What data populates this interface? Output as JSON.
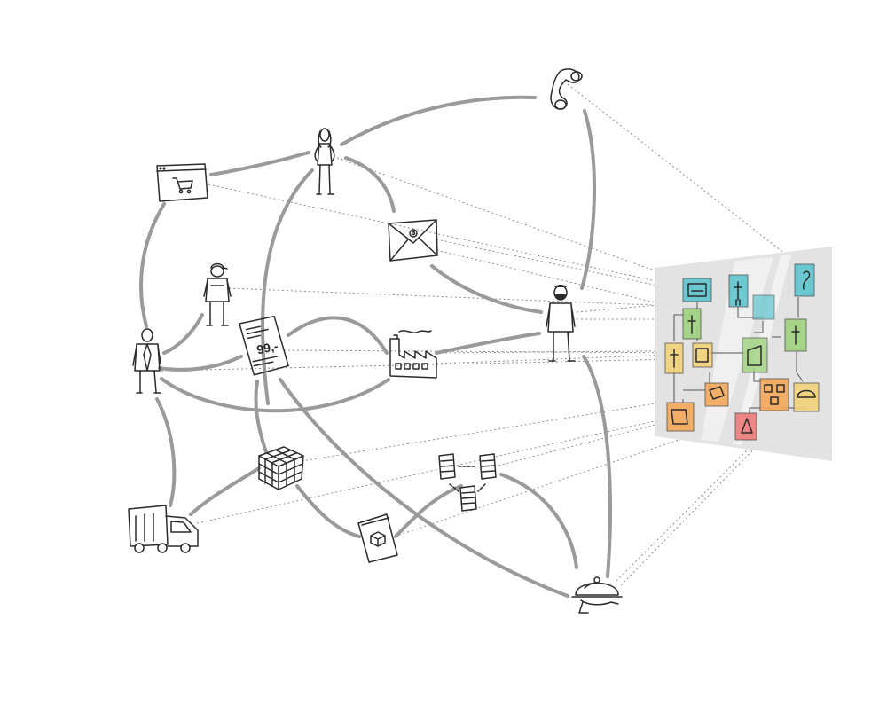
{
  "price_tag": {
    "text": "99,-"
  },
  "colors": {
    "connection": "#9a9a9a",
    "board_panel": "#e2e2e2",
    "teal": "#5fc4cf",
    "green": "#9fd37e",
    "yellow": "#f3d27a",
    "orange": "#f4a85a",
    "red": "#ef7b7b"
  },
  "nodes": [
    {
      "name": "phone-icon"
    },
    {
      "name": "woman-figure-icon"
    },
    {
      "name": "webshop-browser-icon"
    },
    {
      "name": "envelope-email-icon"
    },
    {
      "name": "worker-figure-icon"
    },
    {
      "name": "businessman-figure-icon"
    },
    {
      "name": "price-tag-icon"
    },
    {
      "name": "factory-icon"
    },
    {
      "name": "bearded-man-figure-icon"
    },
    {
      "name": "rubiks-cube-icon"
    },
    {
      "name": "servers-network-icon"
    },
    {
      "name": "delivery-truck-icon"
    },
    {
      "name": "product-brochure-icon"
    },
    {
      "name": "serving-cloche-icon"
    },
    {
      "name": "data-board-panel"
    }
  ],
  "board_tiles": [
    {
      "name": "tile-phone",
      "color": "#5fc4cf"
    },
    {
      "name": "tile-woman",
      "color": "#5fc4cf"
    },
    {
      "name": "tile-webshop",
      "color": "#5fc4cf"
    },
    {
      "name": "tile-email",
      "color": "#5fc4cf"
    },
    {
      "name": "tile-worker",
      "color": "#9fd37e"
    },
    {
      "name": "tile-man",
      "color": "#9fd37e"
    },
    {
      "name": "tile-factory",
      "color": "#9fd37e"
    },
    {
      "name": "tile-businessman",
      "color": "#f3d27a"
    },
    {
      "name": "tile-price",
      "color": "#f3d27a"
    },
    {
      "name": "tile-cube",
      "color": "#f4a85a"
    },
    {
      "name": "tile-servers",
      "color": "#f4a85a"
    },
    {
      "name": "tile-cloche",
      "color": "#f3d27a"
    },
    {
      "name": "tile-truck",
      "color": "#f4a85a"
    },
    {
      "name": "tile-brochure",
      "color": "#ef7b7b"
    }
  ]
}
